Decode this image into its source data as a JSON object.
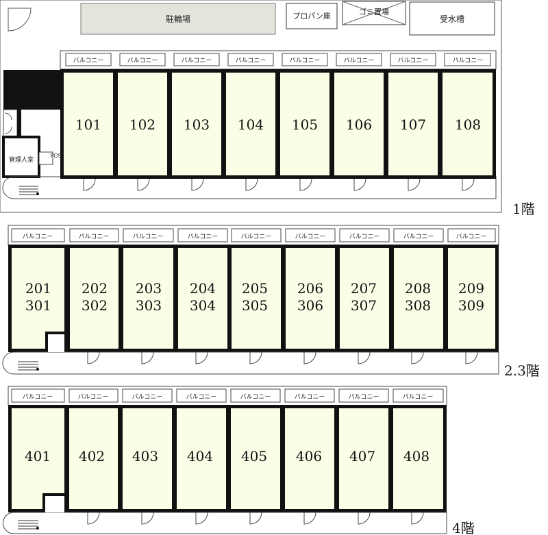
{
  "facilities": {
    "bicycle_parking": "駐輪場",
    "propane_storage": "プロパン庫",
    "garbage_area": "ゴミ置場",
    "water_tank": "受水槽",
    "manager_room": "管理人室",
    "post": "POST"
  },
  "balcony_label": "バルコニー",
  "floors": [
    {
      "label": "1階",
      "rooms": [
        "101",
        "102",
        "103",
        "104",
        "105",
        "106",
        "107",
        "108"
      ]
    },
    {
      "label": "2.3階",
      "rooms": [
        [
          "201",
          "301"
        ],
        [
          "202",
          "302"
        ],
        [
          "203",
          "303"
        ],
        [
          "204",
          "304"
        ],
        [
          "205",
          "305"
        ],
        [
          "206",
          "306"
        ],
        [
          "207",
          "307"
        ],
        [
          "208",
          "308"
        ],
        [
          "209",
          "309"
        ]
      ]
    },
    {
      "label": "4階",
      "rooms": [
        "401",
        "402",
        "403",
        "404",
        "405",
        "406",
        "407",
        "408"
      ]
    }
  ]
}
